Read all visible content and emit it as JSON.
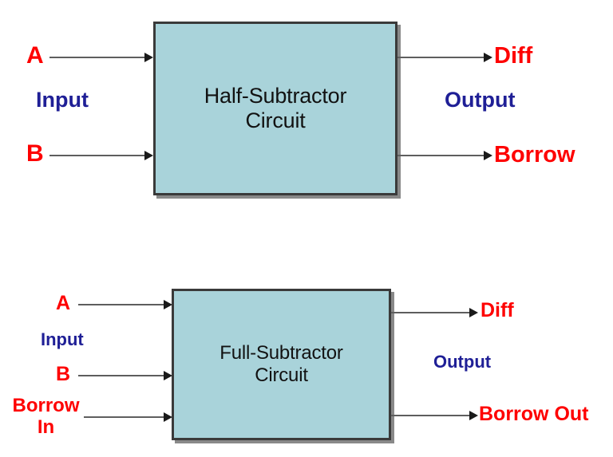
{
  "diagram": {
    "title": "Half-Subtractor and Full-Subtractor block diagrams",
    "background_color": "#ffffff",
    "block_fill_color": "#a9d3da",
    "block_border_color": "#3a3a3a",
    "signal_label_color": "#fe0000",
    "group_label_color": "#1f1f96",
    "arrow_color": "#5e5e5e",
    "arrowhead_color": "#1a1a1a"
  },
  "half_subtractor": {
    "block_label": "Half-Subtractor\nCircuit",
    "input_group_label": "Input",
    "output_group_label": "Output",
    "inputs": [
      {
        "label": "A"
      },
      {
        "label": "B"
      }
    ],
    "outputs": [
      {
        "label": "Diff"
      },
      {
        "label": "Borrow"
      }
    ]
  },
  "full_subtractor": {
    "block_label": "Full-Subtractor\nCircuit",
    "input_group_label": "Input",
    "output_group_label": "Output",
    "inputs": [
      {
        "label": "A"
      },
      {
        "label": "B"
      },
      {
        "label": "Borrow\nIn"
      }
    ],
    "outputs": [
      {
        "label": "Diff"
      },
      {
        "label": "Borrow Out"
      }
    ]
  }
}
